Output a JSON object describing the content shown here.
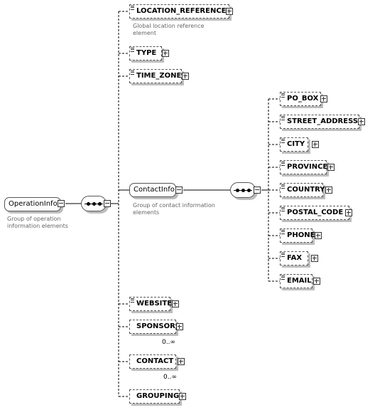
{
  "root": {
    "label": "OperationInfo",
    "annotation": "Group of operation information elements"
  },
  "contact_info": {
    "label": "ContactInfo",
    "annotation": "Group of contact information elements"
  },
  "children": [
    {
      "label": "LOCATION_REFERENCE",
      "annotation": "Global location reference element",
      "cardinality": ""
    },
    {
      "label": "TYPE",
      "annotation": "",
      "cardinality": ""
    },
    {
      "label": "TIME_ZONE",
      "annotation": "",
      "cardinality": ""
    },
    {
      "label": "WEBSITE",
      "annotation": "",
      "cardinality": ""
    },
    {
      "label": "SPONSOR",
      "annotation": "",
      "cardinality": "0..∞"
    },
    {
      "label": "CONTACT",
      "annotation": "",
      "cardinality": "0..∞"
    },
    {
      "label": "GROUPING",
      "annotation": "",
      "cardinality": ""
    }
  ],
  "contact_children": [
    {
      "label": "PO_BOX"
    },
    {
      "label": "STREET_ADDRESS"
    },
    {
      "label": "CITY"
    },
    {
      "label": "PROVINCE"
    },
    {
      "label": "COUNTRY"
    },
    {
      "label": "POSTAL_CODE"
    },
    {
      "label": "PHONE"
    },
    {
      "label": "FAX"
    },
    {
      "label": "EMAIL"
    }
  ],
  "icons": {
    "sequence": "sequence-compositor-icon",
    "expand": "plus-icon",
    "collapse": "minus-icon"
  }
}
